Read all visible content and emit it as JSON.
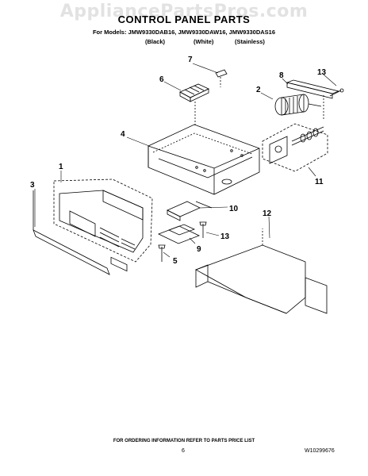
{
  "watermark": "AppliancePartsPros.com",
  "title": "CONTROL PANEL PARTS",
  "models_line": "For Models: JMW9330DAB16, JMW9330DAW16, JMW9330DAS16",
  "variants": [
    "(Black)",
    "(White)",
    "(Stainless)"
  ],
  "callouts": [
    "1",
    "2",
    "3",
    "4",
    "5",
    "6",
    "7",
    "8",
    "9",
    "10",
    "11",
    "12",
    "13",
    "13"
  ],
  "footer": {
    "note": "FOR ORDERING INFORMATION REFER TO PARTS PRICE LIST",
    "page": "6",
    "doc_number": "W10299676"
  },
  "colors": {
    "line": "#000000",
    "watermark": "#e2e2e2"
  }
}
